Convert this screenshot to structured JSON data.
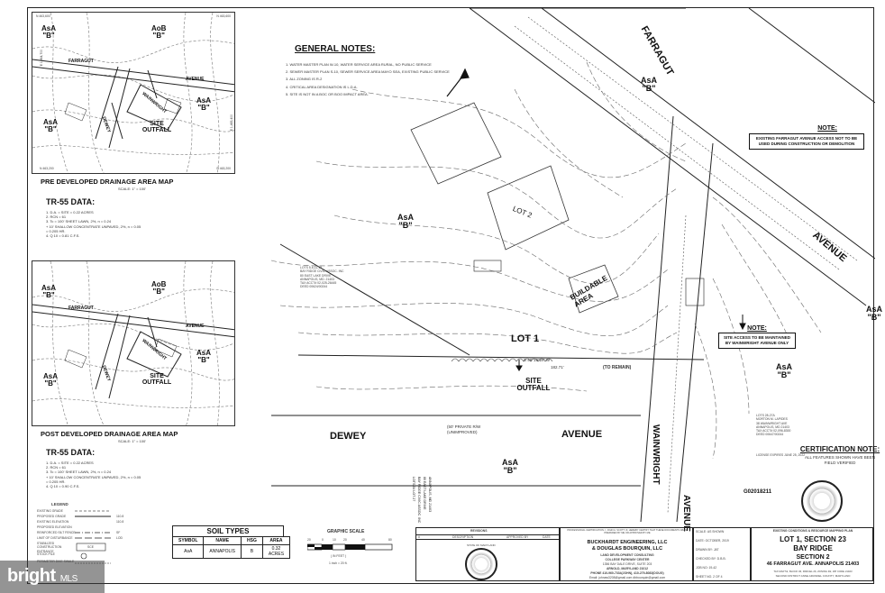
{
  "pre_map": {
    "title": "PRE DEVELOPED DRAINAGE AREA MAP",
    "scale": "SCALE: 1\" = 100'",
    "coords": [
      "N 463,600",
      "N 463,600",
      "E 1,464,700",
      "E 1,465,400",
      "N 463,200",
      "N 463,200"
    ],
    "soil_labels": [
      {
        "code": "AsA",
        "grade": "\"B\""
      },
      {
        "code": "AoB",
        "grade": "\"B\""
      },
      {
        "code": "AsA",
        "grade": "\"B\""
      },
      {
        "code": "AsA",
        "grade": "\"B\""
      }
    ],
    "roads": [
      "FARRAGUT",
      "AVENUE",
      "DEWEY",
      "WAINWRIGHT"
    ],
    "outfall": "SITE OUTFALL"
  },
  "pre_tr55": {
    "title": "TR-55 DATA:",
    "lines": [
      "1.  D.A. = SITE = 0.22 ACRES",
      "2.  RCN = 61",
      "3.  Tc = 100' SHEET LAWN, 2%, n = 0.24",
      "     + 10' SHALLOW CONCENTRATE UNPAVED, 2%, n = 0.05",
      "     = 0.205 HR.",
      "4.  Q 10 = 0.81 C.F.S."
    ]
  },
  "post_map": {
    "title": "POST DEVELOPED DRAINAGE AREA MAP",
    "scale": "SCALE: 1\" = 100'",
    "soil_labels": [
      {
        "code": "AsA",
        "grade": "\"B\""
      },
      {
        "code": "AoB",
        "grade": "\"B\""
      },
      {
        "code": "AsA",
        "grade": "\"B\""
      },
      {
        "code": "AsA",
        "grade": "\"B\""
      }
    ],
    "roads": [
      "FARRAGUT",
      "AVENUE",
      "DEWEY",
      "WAINWRIGHT"
    ],
    "outfall": "SITE OUTFALL"
  },
  "post_tr55": {
    "title": "TR-55 DATA:",
    "lines": [
      "1.  D.A. = SITE = 0.22 ACRES",
      "2.  RCN = 61",
      "3.  Tc = 100' SHEET LAWN, 2%, n = 0.24",
      "     + 10' SHALLOW CONCENTRATE UNPAVED, 2%, n = 0.05",
      "     = 0.205 HR.",
      "4.  Q 10 = 0.90 C.F.S."
    ]
  },
  "general_notes": {
    "title": "GENERAL NOTES:",
    "items": [
      "1. WATER MASTER PLAN W-10, WATER SERVICE AREA RURAL, NO PUBLIC SERVICE",
      "2. SEWER MASTER PLAN S-10, SEWER SERVICE AREA MAYO SEA, EXISTING PUBLIC SERVICE",
      "3. ALL ZONING IS R-2",
      "4. CRITICAL AREA DESIGNATION IS L.D.A.",
      "5. SITE IS NOT IN A BOC OR BOO IMPACT AREA."
    ]
  },
  "main_plan": {
    "farragut": "FARRAGUT",
    "avenue_right": "AVENUE",
    "dewey": "DEWEY",
    "dewey_avenue": "AVENUE",
    "wainwright": "WAINWRIGHT",
    "wainwright_avenue": "AVENUE",
    "private_row": "(50' PRIVATE R/W (UNIMPROVED)",
    "lot_main": "LOT 1",
    "lot_2": "LOT 2",
    "buildable": "BUILDABLE AREA",
    "site_outfall": "SITE OUTFALL",
    "soil_labels": [
      {
        "code": "AsA",
        "grade": "\"B\""
      },
      {
        "code": "AsA",
        "grade": "\"B\""
      },
      {
        "code": "AsA",
        "grade": "\"B\""
      },
      {
        "code": "AsA",
        "grade": "\"B\""
      },
      {
        "code": "AsA",
        "grade": "\"B\""
      }
    ],
    "bearing": "S 48°19'18\" W",
    "bearing_distance": "182.71'",
    "to_remain": "(TO REMAIN)",
    "grid_id": "G02018211",
    "adjacent_lots": [
      "LOTS 5-6,11-13\nBAY RIDGE CIVIC ASSOC. INC\n80 EAST LAKE DRIVE\nANNAPOLIS, MD. 21403\nTAX ACCT# 02-025-26445\nDEED 00624/00244",
      "LOTS 28-27A\nMORTON M. LAPIDES\n38 WAINWRIGHT AVE\nANNAPOLIS, MD 21403\nTAX ACCT# 02-096-8300\nDEED 00647/00244"
    ],
    "street_numbers": [
      "LOTS 34 LOT 27",
      "BAY RIDGE CIVIC ASSOC. INC",
      "80 EAST LAKE DRIVE",
      "ANNAPOLIS, MD 21403"
    ]
  },
  "note_top": {
    "title": "NOTE:",
    "body": "EXISTING FARRAGUT AVENUE ACCESS NOT TO BE USED DURING CONSTRUCTION OR DEMOLITION"
  },
  "note_mid": {
    "title": "NOTE:",
    "body": "SITE ACCESS TO BE MAINTAINED BY WAINWRIGHT AVENUE ONLY"
  },
  "certification": {
    "title": "CERTIFICATION NOTE:",
    "body": "ALL FEATURES SHOWN HAVE BEEN FIELD VERIFIED",
    "license": "LICENSE EXPIRES JUNE 25, 2022"
  },
  "legend": {
    "title": "LEGEND",
    "items": [
      "EXISTING GRADE",
      "PROPOSED GRADE",
      "EXISTING ELEVATION",
      "PROPOSED ELEVATION",
      "REINFORCED SILT FENCE",
      "LIMIT OF DISTURBANCE",
      "STABILIZED CONSTRUCTION ENTRANCE",
      "STOCK PILE",
      "PERIMETER DIKE SWALE"
    ],
    "samples": [
      "110.8",
      "110.8",
      "SF",
      "LOD",
      "SCE"
    ]
  },
  "soil_types": {
    "title": "SOIL TYPES",
    "headers": [
      "SYMBOL",
      "NAME",
      "HSG",
      "AREA"
    ],
    "rows": [
      [
        "AsA",
        "ANNAPOLIS",
        "B",
        "0.32 ACRES"
      ]
    ]
  },
  "graphic_scale": {
    "title": "GRAPHIC SCALE",
    "ticks": [
      "20",
      "0",
      "10",
      "20",
      "40",
      "80"
    ],
    "unit": "( IN FEET )",
    "ratio": "1 inch = 20 ft."
  },
  "revisions": {
    "title": "REVISIONS",
    "headers": [
      "#",
      "DESCRIPTION",
      "APPROVED BY",
      "DATE"
    ]
  },
  "engineer": {
    "firm": "BUCKHARDT ENGINEERING, LLC",
    "and": "& DOUGLAS BOURQUIN, LLC",
    "service": "LAND DEVELOPMENT CONSULTING",
    "center": "COLLEGE PARKWAY CENTER",
    "address": "1356 BAY DALE DRIVE, SUITE 203",
    "city": "ARNOLD, MARYLAND 21012",
    "phone": "PHONE 410-960-7334(JOHN), 410-279-8083(DOUG)",
    "email": "Email: johnaw3208@gmail.com  dbbourquin@gmail.com",
    "certification_small": "PROFESSIONAL CERTIFICATION. I, JOHN A. SCOTT, III, HEREBY CERTIFY THAT THESE DOCUMENTS WERE PREPARED BY ME OR APPROVED BY ME"
  },
  "project_info": {
    "scale": "SCALE: AS SHOWN",
    "date": "DATE: OCTOBER, 2019",
    "drawn": "DRAWN BY: JAT",
    "checked": "CHECKED BY: D.B.B.",
    "job": "JOB NO: 19-42",
    "sheet": "SHEET NO. 2 OF 4"
  },
  "title_block": {
    "plan_title": "EXISTING CONDITIONS & RESOURCE MAPPING PLAN",
    "line1": "LOT 1, SECTION 23",
    "line2": "BAY RIDGE",
    "line3": "SECTION 2",
    "line4": "46 FARRAGUT AVE. ANNAPOLIS 21403",
    "tax": "TAX MAP 52, BLOCK 06, PARCEL 26, ZONING R2, ZIP CODE 21403",
    "district": "SECOND DISTRICT   ANNE ARUNDEL COUNTY, MARYLAND"
  },
  "seals": [
    "STATE OF MARYLAND",
    "STATE OF MARYLAND"
  ],
  "watermark": {
    "brand": "bright",
    "suffix": "MLS"
  }
}
